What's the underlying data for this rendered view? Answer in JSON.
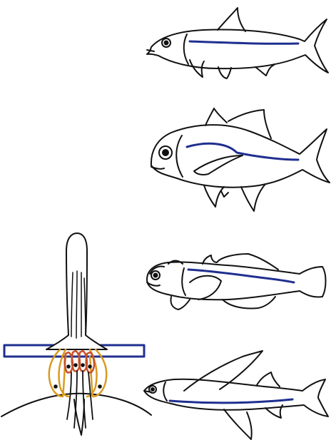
{
  "colors": {
    "outline": "#111111",
    "lateral_line": "#1f2f8f",
    "hair_cell": "#c8502a",
    "support_cell": "#d99a1f"
  },
  "figure": {
    "panels": [
      {
        "id": "fish-1",
        "kind": "tarpon-like fish",
        "lateral_line": true
      },
      {
        "id": "fish-2",
        "kind": "jack-like fish",
        "lateral_line": true
      },
      {
        "id": "fish-3",
        "kind": "scorpionfish-like fish",
        "lateral_line": true
      },
      {
        "id": "fish-4",
        "kind": "flying fish",
        "lateral_line": true
      },
      {
        "id": "neuromast",
        "kind": "neuromast cross-section",
        "hair_cells": 4
      }
    ]
  }
}
